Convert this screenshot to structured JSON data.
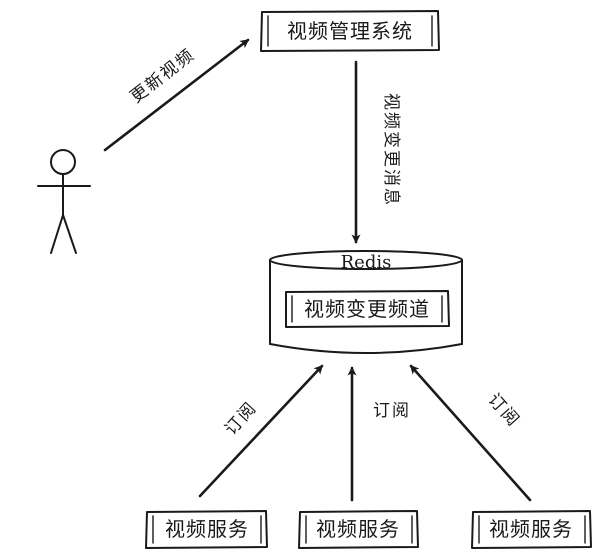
{
  "diagram": {
    "nodes": {
      "video_management_system": "视频管理系统",
      "redis": "Redis",
      "video_change_channel": "视频变更频道",
      "video_service_1": "视频服务",
      "video_service_2": "视频服务",
      "video_service_3": "视频服务"
    },
    "edges": {
      "update_video": "更新视频",
      "video_change_message": "视频变更消息",
      "subscribe_left": "订阅",
      "subscribe_middle": "订阅",
      "subscribe_right": "订阅"
    },
    "colors": {
      "ink": "#1a1a1a",
      "background": "#ffffff"
    }
  }
}
